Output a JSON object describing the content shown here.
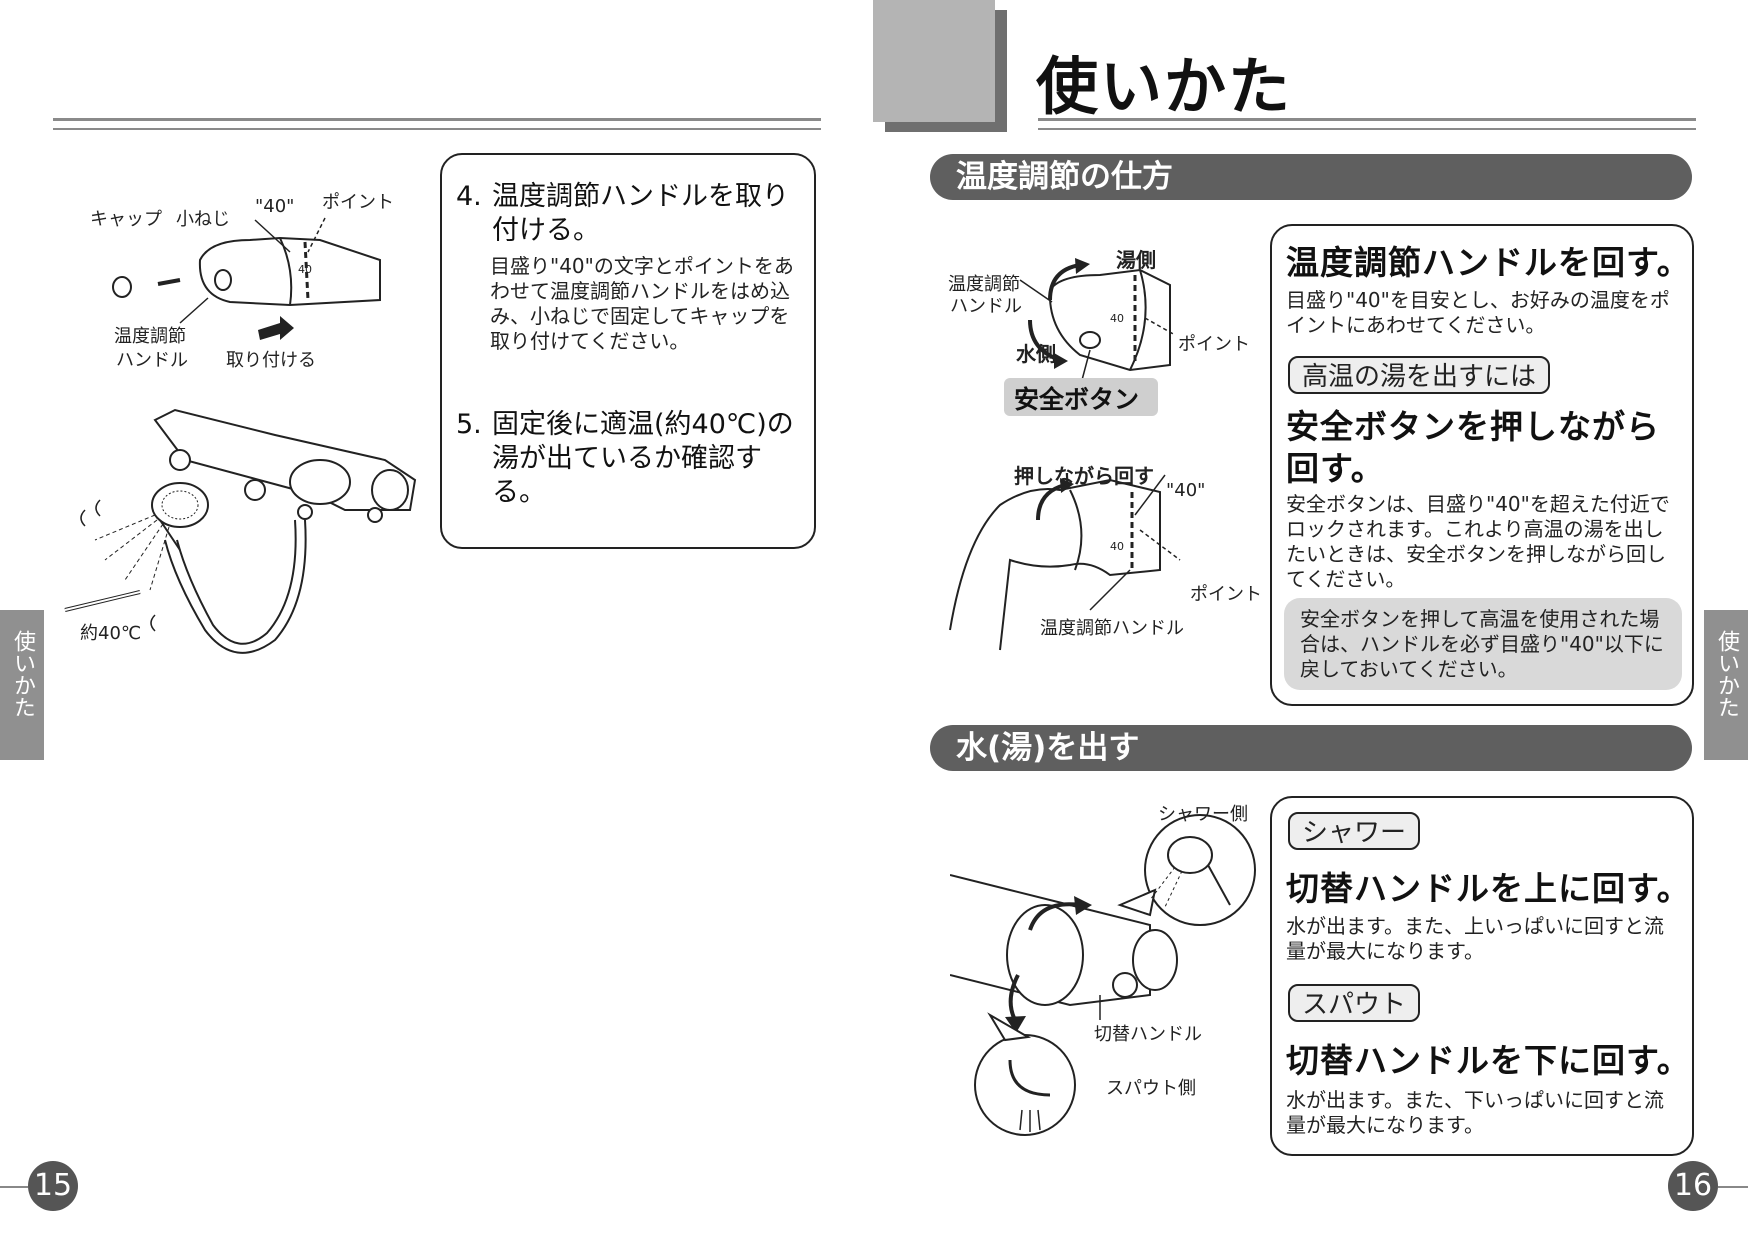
{
  "left_page": {
    "figure_labels": {
      "cap": "キャップ",
      "screw": "小ねじ",
      "mark40": "\"40\"",
      "point": "ポイント",
      "handle_line1": "温度調節",
      "handle_line2": "ハンドル",
      "attach": "取り付ける",
      "temp": "約40℃"
    },
    "steps": [
      {
        "num": "4.",
        "title": "温度調節ハンドルを取り付ける。",
        "desc": "目盛り\"40\"の文字とポイントをあわせて温度調節ハンドルをはめ込み、小ねじで固定してキャップを取り付けてください。"
      },
      {
        "num": "5.",
        "title": "固定後に適温(約40℃)の湯が出ているか確認する。",
        "desc": ""
      }
    ],
    "side_tab": "使いかた",
    "page_number": "15"
  },
  "right_page": {
    "title": "使いかた",
    "section1": {
      "banner": "温度調節の仕方",
      "figure_labels": {
        "handle_line1": "温度調節",
        "handle_line2": "ハンドル",
        "hot_side": "湯側",
        "cold_side": "水側",
        "point": "ポイント",
        "safety_button": "安全ボタン",
        "rotate_while_pressing": "押しながら回す",
        "mark40": "\"40\"",
        "point2": "ポイント",
        "handle_full": "温度調節ハンドル"
      },
      "heading": "温度調節ハンドルを回す。",
      "text": "目盛り\"40\"を目安とし、お好みの温度をポイントにあわせてください。",
      "tag": "高温の湯を出すには",
      "heading2": "安全ボタンを押しながら回す。",
      "text2": "安全ボタンは、目盛り\"40\"を超えた付近でロックされます。これより高温の湯を出したいときは、安全ボタンを押しながら回してください。",
      "note": "安全ボタンを押して高温を使用された場合は、ハンドルを必ず目盛り\"40\"以下に戻しておいてください。"
    },
    "section2": {
      "banner": "水(湯)を出す",
      "figure_labels": {
        "shower_side": "シャワー側",
        "switch_handle": "切替ハンドル",
        "spout_side": "スパウト側"
      },
      "shower_tag": "シャワー",
      "shower_heading": "切替ハンドルを上に回す。",
      "shower_text": "水が出ます。また、上いっぱいに回すと流量が最大になります。",
      "spout_tag": "スパウト",
      "spout_heading": "切替ハンドルを下に回す。",
      "spout_text": "水が出ます。また、下いっぱいに回すと流量が最大になります。"
    },
    "side_tab": "使いかた",
    "page_number": "16"
  }
}
